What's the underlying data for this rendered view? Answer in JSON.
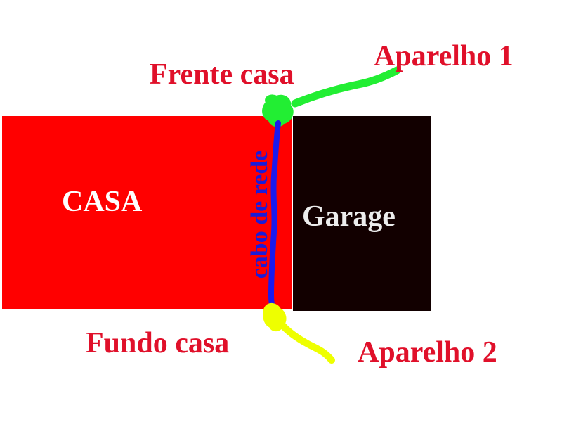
{
  "diagram": {
    "blocks": {
      "casa": {
        "label": "CASA",
        "fill": "#ff0000",
        "text_color": "#ffffff"
      },
      "garage": {
        "label": "Garage",
        "fill": "#120000",
        "text_color": "#ececec"
      }
    },
    "labels": {
      "frente_casa": "Frente casa",
      "fundo_casa": "Fundo casa",
      "aparelho_1": "Aparelho 1",
      "aparelho_2": "Aparelho 2",
      "cabo_de_rede": "cabo de rede"
    },
    "colors": {
      "label_red": "#e0102a",
      "cable_blue": "#1a1aee",
      "cable_text_blue": "#1b1bd8",
      "front_link_green": "#22ee33",
      "back_link_yellow": "#eeff00"
    }
  }
}
